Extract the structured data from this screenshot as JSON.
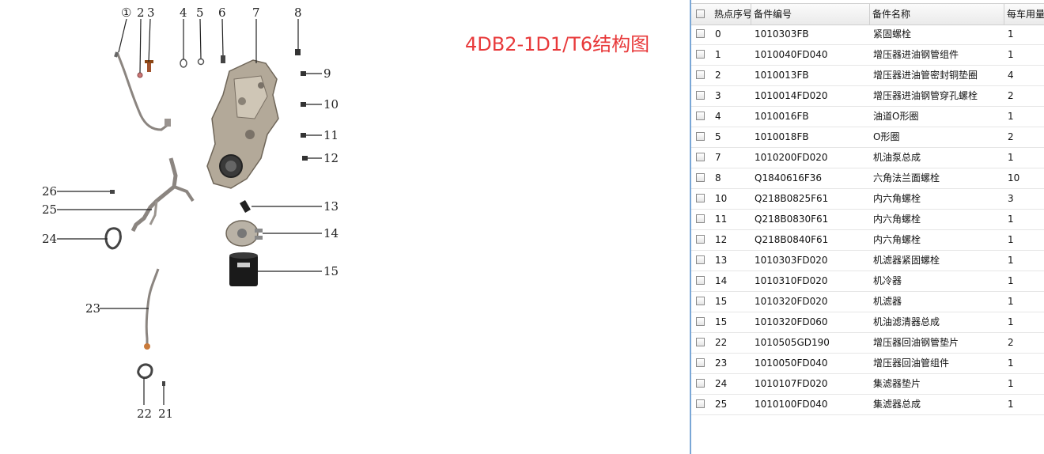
{
  "title": "4DB2-1D1/T6结构图",
  "diagram": {
    "callouts": [
      "①",
      "2",
      "3",
      "4",
      "5",
      "6",
      "7",
      "8",
      "9",
      "10",
      "11",
      "12",
      "13",
      "14",
      "15",
      "21",
      "22",
      "23",
      "24",
      "25",
      "26"
    ]
  },
  "table": {
    "headers": [
      "热点序号",
      "备件编号",
      "备件名称",
      "每车用量"
    ],
    "rows": [
      {
        "hot": "0",
        "part_no": "1010303FB",
        "name": "紧固螺栓",
        "qty": "1"
      },
      {
        "hot": "1",
        "part_no": "1010040FD040",
        "name": "增压器进油钢管组件",
        "qty": "1"
      },
      {
        "hot": "2",
        "part_no": "1010013FB",
        "name": "增压器进油管密封铜垫圈",
        "qty": "4"
      },
      {
        "hot": "3",
        "part_no": "1010014FD020",
        "name": "增压器进油钢管穿孔螺栓",
        "qty": "2"
      },
      {
        "hot": "4",
        "part_no": "1010016FB",
        "name": "油道O形圈",
        "qty": "1"
      },
      {
        "hot": "5",
        "part_no": "1010018FB",
        "name": "O形圈",
        "qty": "2"
      },
      {
        "hot": "7",
        "part_no": "1010200FD020",
        "name": "机油泵总成",
        "qty": "1"
      },
      {
        "hot": "8",
        "part_no": "Q1840616F36",
        "name": "六角法兰面螺栓",
        "qty": "10"
      },
      {
        "hot": "10",
        "part_no": "Q218B0825F61",
        "name": "内六角螺栓",
        "qty": "3"
      },
      {
        "hot": "11",
        "part_no": "Q218B0830F61",
        "name": "内六角螺栓",
        "qty": "1"
      },
      {
        "hot": "12",
        "part_no": "Q218B0840F61",
        "name": "内六角螺栓",
        "qty": "1"
      },
      {
        "hot": "13",
        "part_no": "1010303FD020",
        "name": "机滤器紧固螺栓",
        "qty": "1"
      },
      {
        "hot": "14",
        "part_no": "1010310FD020",
        "name": "机冷器",
        "qty": "1"
      },
      {
        "hot": "15",
        "part_no": "1010320FD020",
        "name": "机滤器",
        "qty": "1"
      },
      {
        "hot": "15",
        "part_no": "1010320FD060",
        "name": "机油滤清器总成",
        "qty": "1"
      },
      {
        "hot": "22",
        "part_no": "1010505GD190",
        "name": "增压器回油钢管垫片",
        "qty": "2"
      },
      {
        "hot": "23",
        "part_no": "1010050FD040",
        "name": "增压器回油管组件",
        "qty": "1"
      },
      {
        "hot": "24",
        "part_no": "1010107FD020",
        "name": "集滤器垫片",
        "qty": "1"
      },
      {
        "hot": "25",
        "part_no": "1010100FD040",
        "name": "集滤器总成",
        "qty": "1"
      }
    ]
  },
  "colors": {
    "title": "#e8393a",
    "grid_border": "#7aa7d6"
  }
}
